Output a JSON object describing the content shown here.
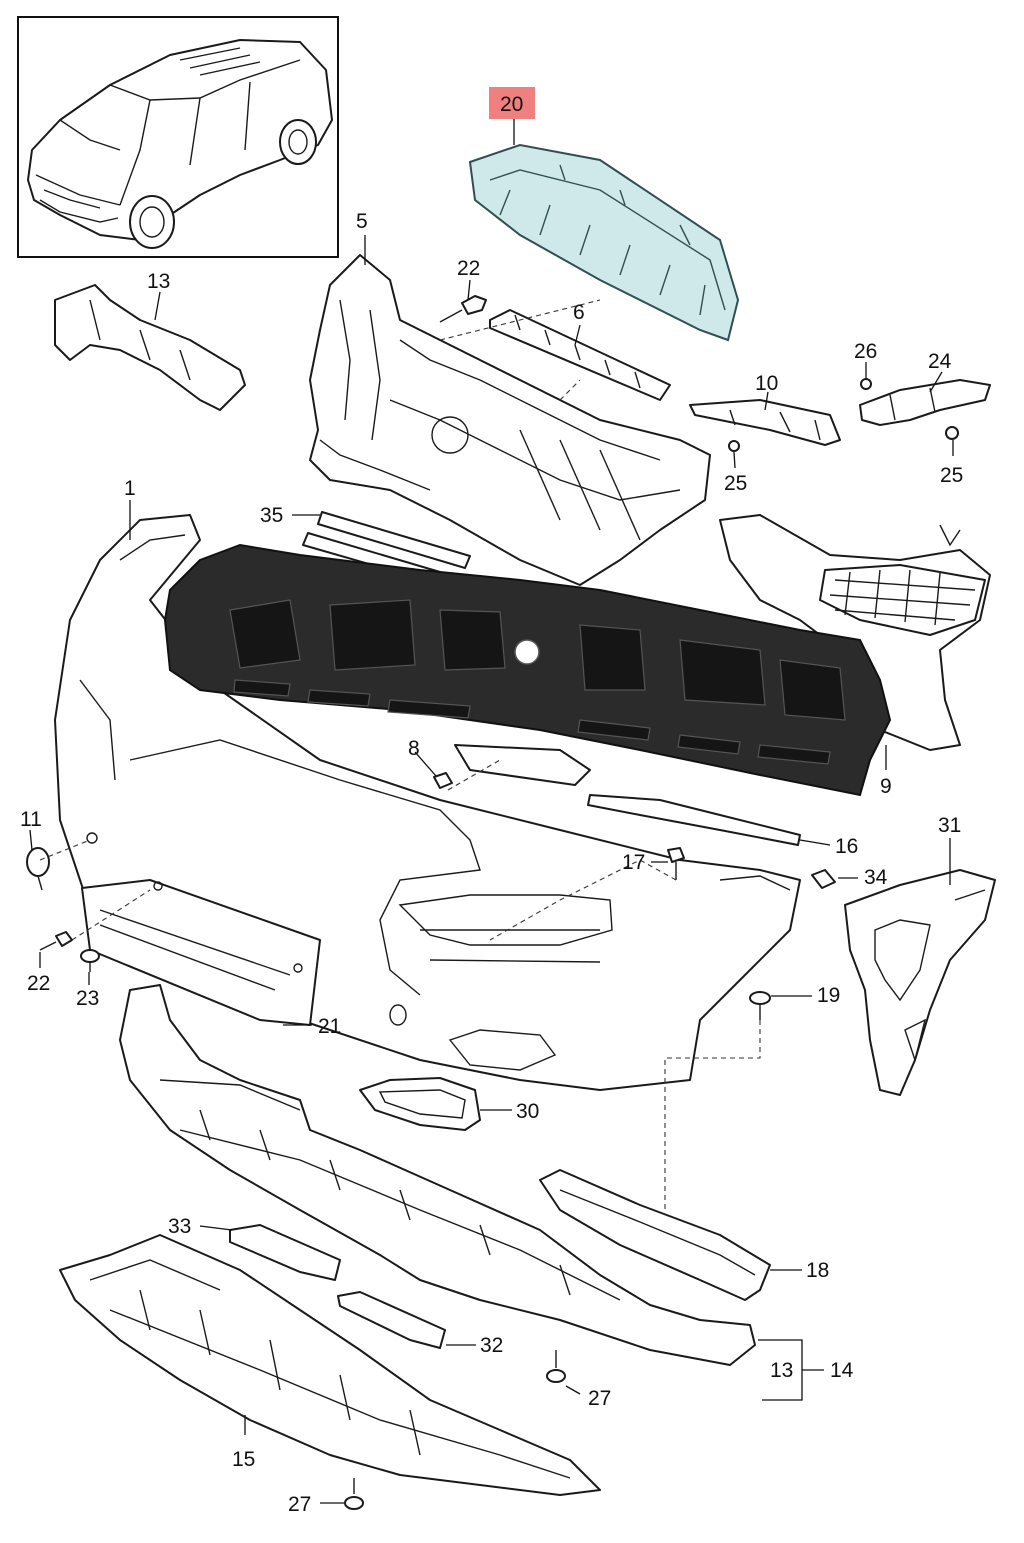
{
  "highlight_color": "#f08080",
  "highlighted_part_color": "#cfe9ea",
  "callouts": {
    "p1": "1",
    "p5": "5",
    "p6": "6",
    "p8": "8",
    "p9": "9",
    "p10": "10",
    "p11": "11",
    "p13a": "13",
    "p13b": "13",
    "p14": "14",
    "p15": "15",
    "p16": "16",
    "p17": "17",
    "p18": "18",
    "p19": "19",
    "p20": "20",
    "p21": "21",
    "p22a": "22",
    "p22b": "22",
    "p23": "23",
    "p24": "24",
    "p25a": "25",
    "p25b": "25",
    "p26": "26",
    "p27a": "27",
    "p27b": "27",
    "p30": "30",
    "p31": "31",
    "p32": "32",
    "p33": "33",
    "p34": "34",
    "p35": "35"
  },
  "highlighted_callout": "20"
}
